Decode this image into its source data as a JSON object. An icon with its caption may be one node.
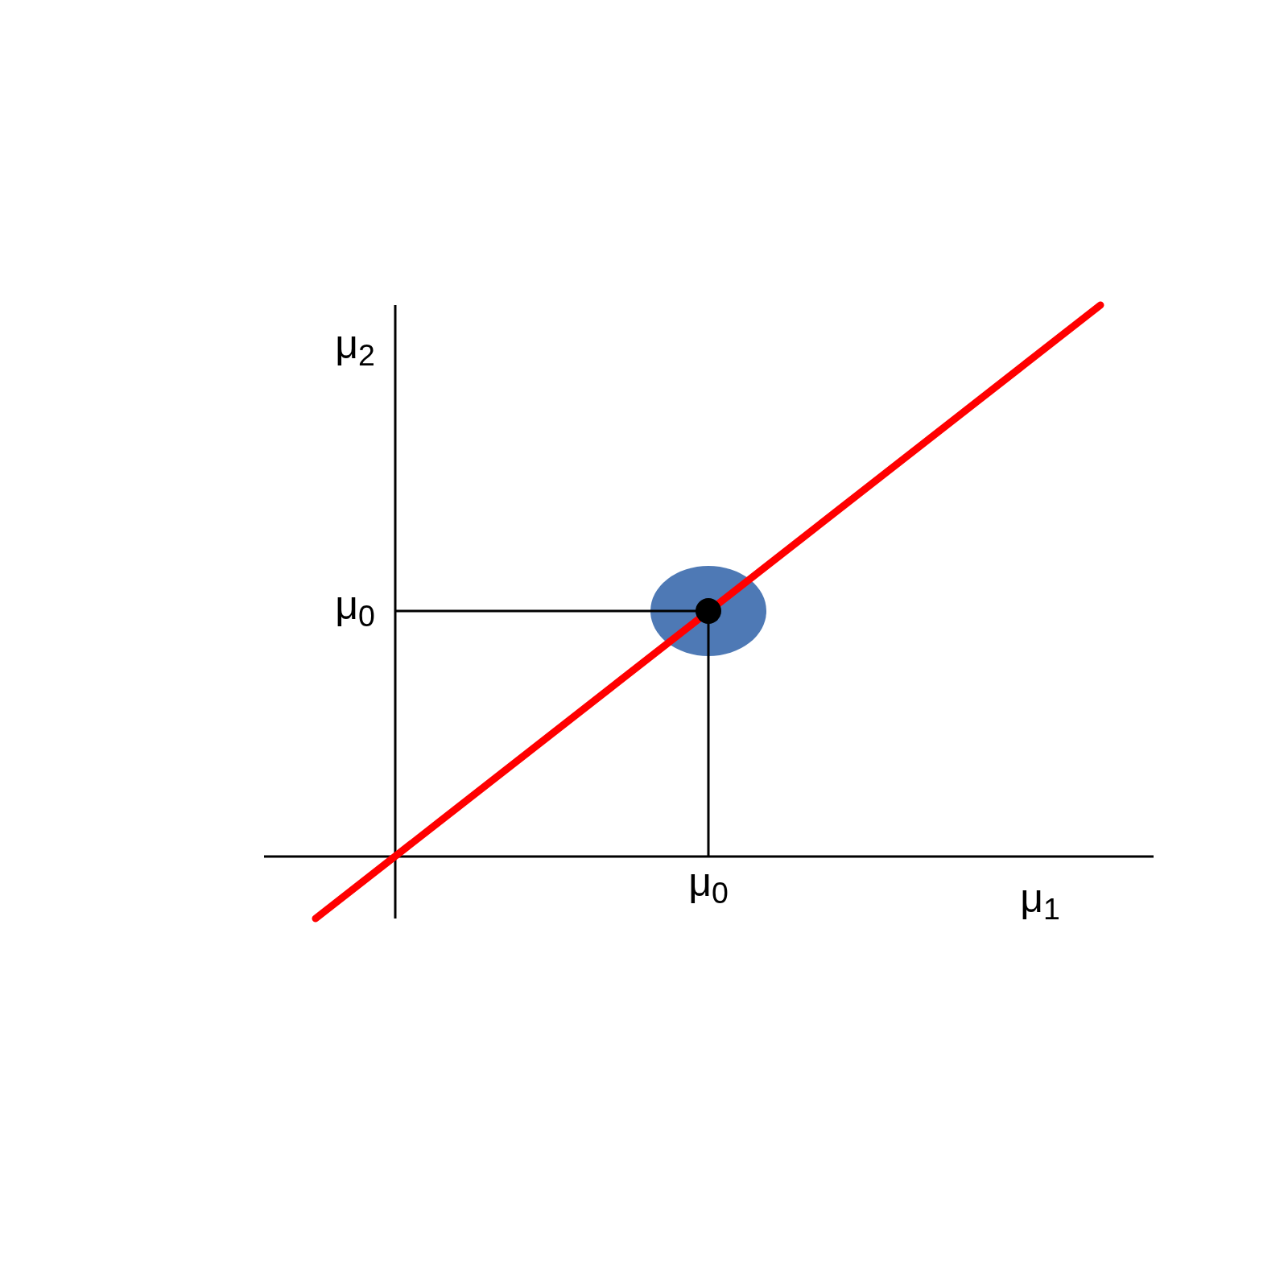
{
  "diagram": {
    "labels": [
      "μ$_{2}$",
      "μ$_{0}$",
      "μ$_{0}$",
      "μ$_{1}$"
    ]
  }
}
